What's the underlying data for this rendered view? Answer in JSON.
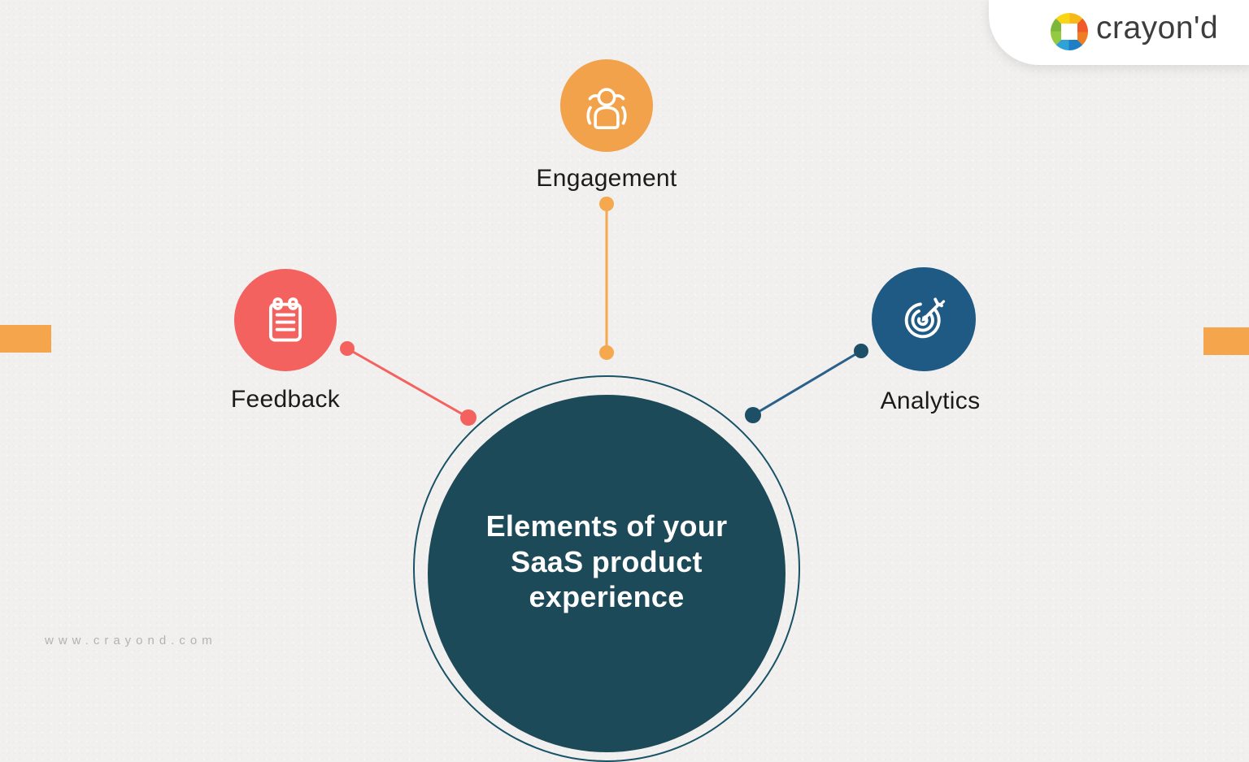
{
  "brand": {
    "name": "crayon'd",
    "website": "www.crayond.com",
    "logo_icon": "pinwheel-logo-icon",
    "logo_colors": {
      "yellow": "#f9d515",
      "orange": "#f1592a",
      "blue": "#2fa3d9",
      "green": "#94c940"
    }
  },
  "center": {
    "title_lines": [
      "Elements of your",
      "SaaS product",
      "experience"
    ],
    "fill_color": "#1d4a58",
    "ring_color": "#175267",
    "text_color": "#ffffff"
  },
  "nodes": [
    {
      "id": "engagement",
      "label": "Engagement",
      "color": "#f2a24a",
      "icon": "people-icon",
      "connector_color": "#f5a84d"
    },
    {
      "id": "feedback",
      "label": "Feedback",
      "color": "#f4625f",
      "icon": "clipboard-icon",
      "connector_color": "#f4625f"
    },
    {
      "id": "analytics",
      "label": "Analytics",
      "color": "#1e5a84",
      "icon": "target-icon",
      "connector_color": "#2a6089",
      "dot_color": "#1d4f66"
    }
  ],
  "accents": {
    "bar_color": "#f5a54b"
  },
  "label_text_color": "#1b1b1b",
  "background_color": "#f1f0ee"
}
